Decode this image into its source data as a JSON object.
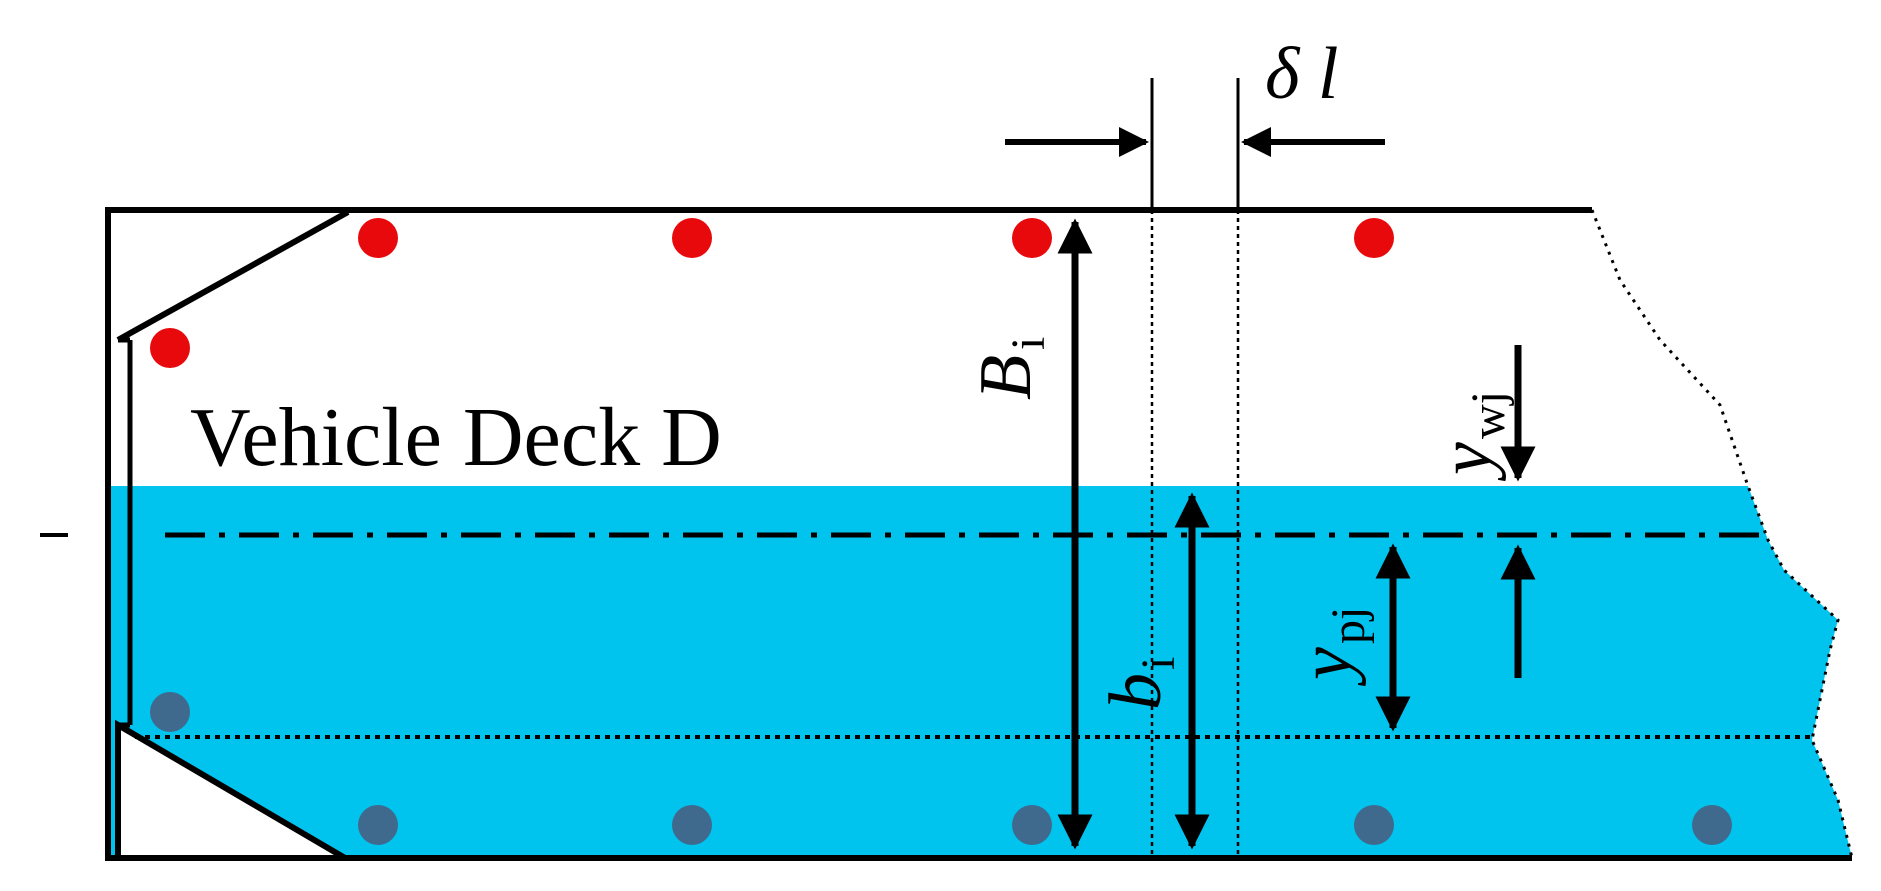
{
  "diagram": {
    "deck_label": "Vehicle Deck D",
    "dim_delta_l": {
      "symbol": "δ l"
    },
    "dim_B": {
      "symbol": "B",
      "subscript": "i"
    },
    "dim_b": {
      "symbol": "b",
      "subscript": "i"
    },
    "dim_ywj": {
      "symbol": "y",
      "subscript": "wj"
    },
    "dim_ypj": {
      "symbol": "y",
      "subscript": "pj"
    },
    "colors": {
      "water": "#00c3ee",
      "top_dot": "#e8090c",
      "bottom_dot": "#3f6a8e",
      "line": "#000000"
    }
  }
}
